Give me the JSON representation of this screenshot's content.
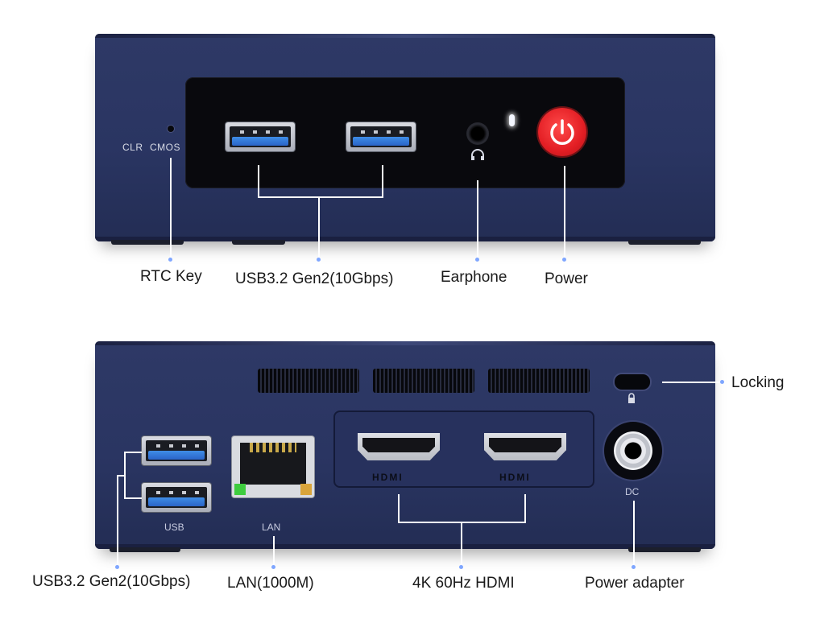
{
  "front": {
    "panel_label_clr": "CLR",
    "panel_label_cmos": "CMOS",
    "callouts": {
      "rtc_key": "RTC Key",
      "usb": "USB3.2 Gen2(10Gbps)",
      "earphone": "Earphone",
      "power": "Power"
    }
  },
  "rear": {
    "port_labels": {
      "usb": "USB",
      "lan": "LAN",
      "dc": "DC",
      "hdmi_logo_1": "HDMI",
      "hdmi_logo_2": "HDMI"
    },
    "callouts": {
      "locking": "Locking",
      "usb": "USB3.2 Gen2(10Gbps)",
      "lan": "LAN(1000M)",
      "hdmi": "4K 60Hz HDMI",
      "power_adapter": "Power adapter"
    }
  },
  "colors": {
    "chassis": "#2a3562",
    "power_button": "#e31e24",
    "usb_tongue": "#2a64c8",
    "callout_line": "#ffffff",
    "callout_dot": "#7fa6ff"
  }
}
